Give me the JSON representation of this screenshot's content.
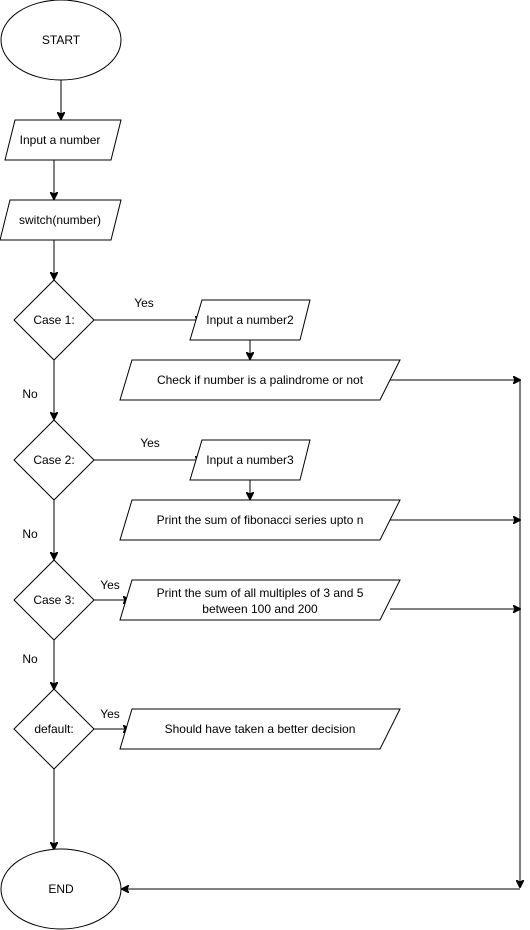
{
  "nodes": {
    "start": "START",
    "input_number": "Input a number",
    "switch": "switch(number)",
    "case1": "Case 1:",
    "input_number2": "Input a number2",
    "palindrome": "Check if number is a palindrome or not",
    "case2": "Case 2:",
    "input_number3": "Input a number3",
    "fibonacci_sum": "Print the sum of fibonacci series upto n",
    "case3": "Case 3:",
    "multiples_line1": "Print the sum of all multiples of 3 and 5",
    "multiples_line2": "between 100 and 200",
    "default": "default:",
    "better_decision": "Should have taken a better decision",
    "end": "END"
  },
  "edge_labels": {
    "case1_yes": "Yes",
    "case1_no": "No",
    "case2_yes": "Yes",
    "case2_no": "No",
    "case3_yes": "Yes",
    "case3_no": "No",
    "default_yes": "Yes"
  }
}
